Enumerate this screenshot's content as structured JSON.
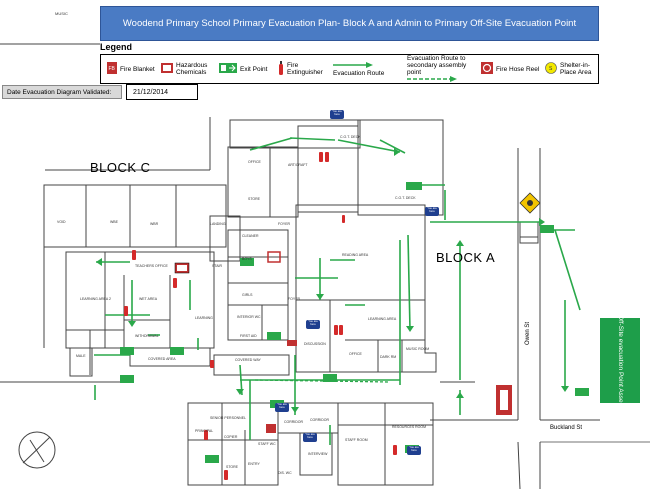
{
  "title": "Woodend Primary School Primary  Evacuation Plan- Block A and Admin to Primary Off-Site Evacuation Point",
  "music_label": "MUSIC",
  "legend": {
    "heading": "Legend",
    "items": [
      {
        "label": "Fire Blanket"
      },
      {
        "label": "Hazardous Chemicals"
      },
      {
        "label": "Exit Point"
      },
      {
        "label": "Fire Extinguisher"
      },
      {
        "label": "Evacuation Route"
      },
      {
        "label": "Evacuation Route to secondary assembly point"
      },
      {
        "label": "Fire Hose Reel"
      },
      {
        "label": "Shelter-in-Place Area"
      }
    ]
  },
  "validation": {
    "label": "Date Evacuation Diagram Validated:",
    "date": "21/12/2014"
  },
  "blocks": {
    "c": "BLOCK C",
    "a": "BLOCK A"
  },
  "streets": {
    "owen": "Owen St",
    "buckland": "Buckland St"
  },
  "assembly_area": "Primary Off-Site evacuation Point Assembly area",
  "you_are_here": "You are here",
  "rooms": {
    "office": "OFFICE",
    "store": "STORE",
    "art_craft": "ART/CRAFT",
    "cot_deck": "C.O.T. DECK",
    "landing": "LANDING",
    "cleaner": "CLEANER",
    "foyer": "FOYER",
    "reading_area": "READING AREA",
    "boys": "BOYS",
    "girls": "GIRLS",
    "interior_wc": "INTERIOR WC",
    "first_aid": "FIRST AID",
    "learning_area": "LEARNING AREA",
    "discussion": "DISCUSSION",
    "music_room": "MUSIC ROOM",
    "dark_rm": "DARK RM",
    "teachers_office": "TEACHERS OFFICE",
    "wet_area": "WET AREA",
    "withdrawal": "WITHDRAWAL",
    "learning": "LEARNING",
    "stair": "STAIR",
    "covered_area": "COVERED AREA",
    "covered_way": "COVERED WAY",
    "male": "MALE",
    "principal": "PRINCIPAL",
    "senior_personnel": "SENIOR PERSONNEL",
    "copier": "COPIER",
    "entry": "ENTRY",
    "corridor": "CORRIDOR",
    "staff_room": "STAFF ROOM",
    "resources_room": "RESOURCES ROOM",
    "interview": "INTERVIEW",
    "dis_wc": "DIS. WC",
    "staff_wc": "STAFF WC",
    "wc": "WC",
    "void": "VOID",
    "wbe": "WBE",
    "wbr": "WBR",
    "learning_area_2": "LEARNING AREA 2",
    "learning_area_3": "LEARNING AREA 3",
    "dis_wc_mw": "DIS WC"
  },
  "colors": {
    "title_bg": "#4a7bc4",
    "route": "#2aa84a",
    "extinguisher": "#d42a2a",
    "assembly_bg": "#1e9e4a",
    "you_are_here_bg": "#1f3f8f"
  }
}
